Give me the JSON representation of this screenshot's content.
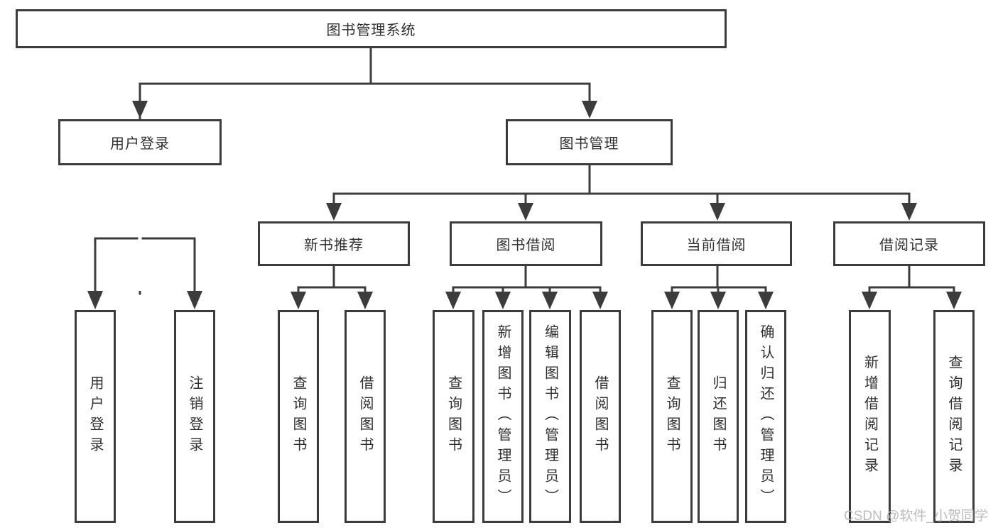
{
  "colors": {
    "line": "#3c3c3c",
    "text": "#2f2f2f",
    "background": "#ffffff",
    "watermark": "#b5b5b5"
  },
  "watermark": {
    "text": "CSDN @软件_小贺同学"
  },
  "diagram": {
    "root": {
      "label": "图书管理系统"
    },
    "user_login": {
      "label": "用户登录",
      "children": {
        "login": {
          "label": "用户登录"
        },
        "logout": {
          "label": "注销登录"
        }
      }
    },
    "book_mgmt": {
      "label": "图书管理",
      "children": {
        "new_book_rec": {
          "label": "新书推荐",
          "children": {
            "query_book": {
              "label": "查询图书"
            },
            "borrow_book": {
              "label": "借阅图书"
            }
          }
        },
        "book_borrow": {
          "label": "图书借阅",
          "children": {
            "query_book": {
              "label": "查询图书"
            },
            "add_book": {
              "label": "新增图书（管理员）"
            },
            "edit_book": {
              "label": "编辑图书（管理员）"
            },
            "borrow_book": {
              "label": "借阅图书"
            }
          }
        },
        "current_borrow": {
          "label": "当前借阅",
          "children": {
            "query_book": {
              "label": "查询图书"
            },
            "return_book": {
              "label": "归还图书"
            },
            "confirm_return": {
              "label": "确认归还（管理员）"
            }
          }
        },
        "borrow_record": {
          "label": "借阅记录",
          "children": {
            "add_record": {
              "label": "新增借阅记录"
            },
            "query_record": {
              "label": "查询借阅记录"
            }
          }
        }
      }
    }
  }
}
